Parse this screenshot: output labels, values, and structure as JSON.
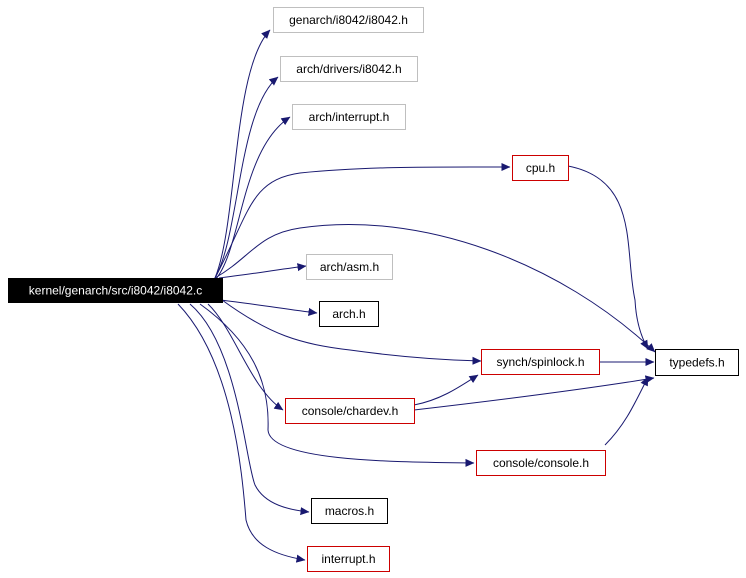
{
  "colors": {
    "edge": "#191970",
    "root_fill": "#000000",
    "root_text": "#ffffff",
    "border_plain": "#000000",
    "border_red": "#cc0000",
    "border_grey": "#bfbfbf",
    "text": "#000000"
  },
  "nodes": [
    {
      "id": "root",
      "label": "kernel/genarch/src/i8042/i8042.c",
      "style": "root"
    },
    {
      "id": "genarch",
      "label": "genarch/i8042/i8042.h",
      "style": "grey"
    },
    {
      "id": "drivers",
      "label": "arch/drivers/i8042.h",
      "style": "grey"
    },
    {
      "id": "interrupt_arch",
      "label": "arch/interrupt.h",
      "style": "grey"
    },
    {
      "id": "cpu",
      "label": "cpu.h",
      "style": "red"
    },
    {
      "id": "asm",
      "label": "arch/asm.h",
      "style": "grey"
    },
    {
      "id": "arch",
      "label": "arch.h",
      "style": "plain"
    },
    {
      "id": "spinlock",
      "label": "synch/spinlock.h",
      "style": "red"
    },
    {
      "id": "typedefs",
      "label": "typedefs.h",
      "style": "plain"
    },
    {
      "id": "chardev",
      "label": "console/chardev.h",
      "style": "red"
    },
    {
      "id": "console",
      "label": "console/console.h",
      "style": "red"
    },
    {
      "id": "macros",
      "label": "macros.h",
      "style": "plain"
    },
    {
      "id": "interrupt",
      "label": "interrupt.h",
      "style": "red"
    }
  ],
  "edges": [
    {
      "from": "root",
      "to": "genarch"
    },
    {
      "from": "root",
      "to": "drivers"
    },
    {
      "from": "root",
      "to": "interrupt_arch"
    },
    {
      "from": "root",
      "to": "cpu"
    },
    {
      "from": "root",
      "to": "typedefs"
    },
    {
      "from": "root",
      "to": "asm"
    },
    {
      "from": "root",
      "to": "arch"
    },
    {
      "from": "root",
      "to": "spinlock"
    },
    {
      "from": "root",
      "to": "chardev"
    },
    {
      "from": "root",
      "to": "console"
    },
    {
      "from": "root",
      "to": "macros"
    },
    {
      "from": "root",
      "to": "interrupt"
    },
    {
      "from": "cpu",
      "to": "typedefs"
    },
    {
      "from": "spinlock",
      "to": "typedefs"
    },
    {
      "from": "chardev",
      "to": "spinlock"
    },
    {
      "from": "chardev",
      "to": "typedefs"
    },
    {
      "from": "console",
      "to": "typedefs"
    }
  ]
}
